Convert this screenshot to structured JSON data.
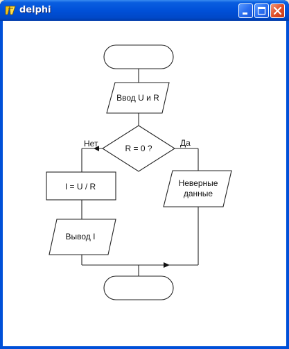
{
  "window": {
    "title": "delphi",
    "icon": "delphi-app-icon"
  },
  "titlebar_buttons": {
    "minimize": "minimize-icon",
    "maximize": "maximize-icon",
    "close": "close-icon"
  },
  "flowchart": {
    "input_label": "Ввод U и R",
    "condition_label": "R = 0 ?",
    "no_label": "Нет",
    "yes_label": "Да",
    "calc_label": "I = U / R",
    "output_label": "Вывод I",
    "error_label_line1": "Неверные",
    "error_label_line2": "данные"
  }
}
